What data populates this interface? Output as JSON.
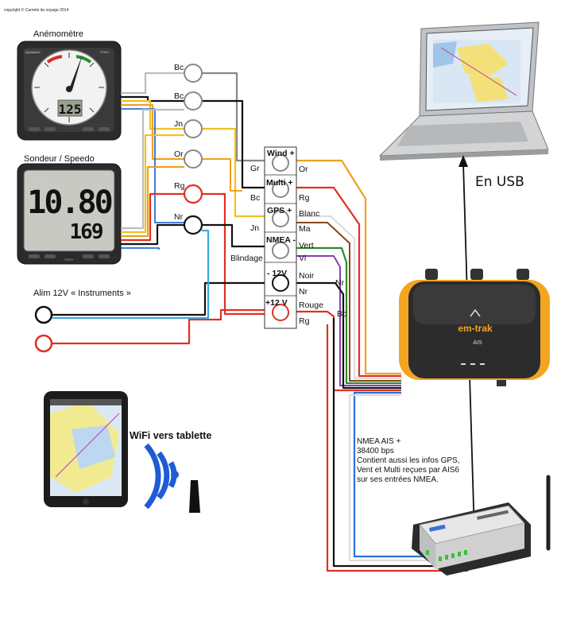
{
  "copyright": "copyright © Carnets du voyage 2014",
  "instruments": {
    "anemometer": {
      "title": "Anémomètre",
      "display": "125",
      "brand": "raymarine",
      "model": "ST60+"
    },
    "speedo": {
      "title": "Sondeur / Speedo",
      "main": "10.80",
      "sub": "169",
      "brand": "raymarine",
      "model": "ST60+"
    }
  },
  "bus_connectors": {
    "left_labels": [
      "Bc",
      "Bc",
      "Jn",
      "Or",
      "Rg",
      "Nr"
    ]
  },
  "terminal_block": {
    "rows": [
      {
        "label": "Wind +",
        "left": "Gr",
        "right": "Or"
      },
      {
        "label": "Multi +",
        "left": "Bc",
        "right": "Rg"
      },
      {
        "label": "GPS +",
        "left": "Jn",
        "right": "Blanc"
      },
      {
        "label": "NMEA -",
        "left": "Blindage",
        "right": "Ma"
      },
      {
        "label": "- 12V",
        "left": "",
        "right": "Vert"
      },
      {
        "label": "+12 V",
        "left": "",
        "right": "Vi"
      }
    ],
    "extra_right": [
      "Noir",
      "Nr",
      "Rouge",
      "Rg"
    ],
    "side_labels": [
      "Nr",
      "Bc"
    ]
  },
  "power": {
    "label": "Alim 12V « Instruments »"
  },
  "ais": {
    "brand": "em-trak",
    "model": "AIS"
  },
  "usb": {
    "label": "En USB"
  },
  "wifi": {
    "label": "WiFi vers tablette"
  },
  "multiplexer": {
    "note": [
      "NMEA AIS +",
      "38400 bps",
      "Contient aussi les infos GPS,",
      "Vent et Multi reçues par AIS6",
      "sur ses entrées NMEA."
    ]
  },
  "colors": {
    "orange": "#f0a020",
    "red": "#e03020",
    "black": "#111111",
    "white": "#dddddd",
    "blue": "#2a6fd8",
    "cyan": "#3aa9e0",
    "green": "#2c8a2c",
    "yellow": "#f0c020",
    "grey": "#888888"
  }
}
